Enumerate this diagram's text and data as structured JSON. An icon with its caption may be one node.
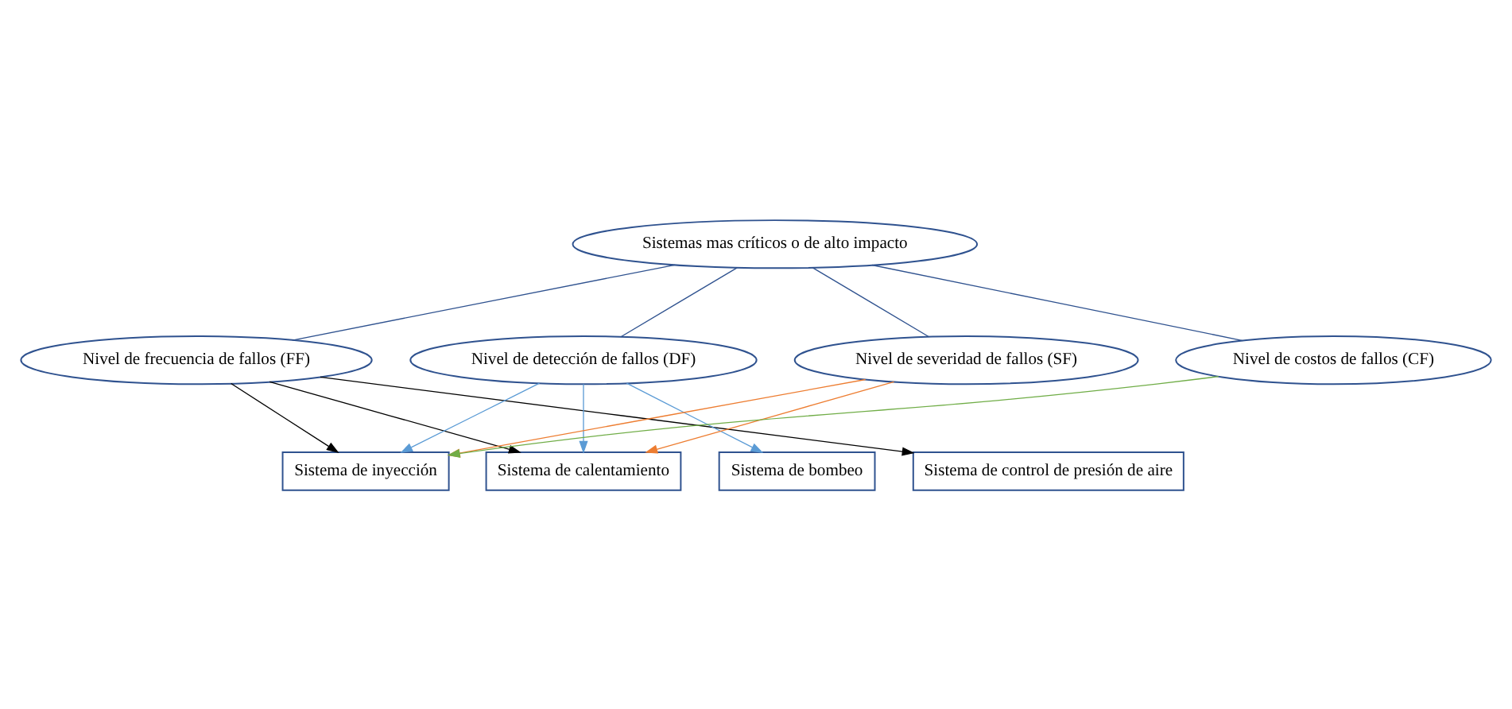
{
  "diagram": {
    "nodes": [
      {
        "text": [
          "Sistemas mas críticos o de alto impacto"
        ]
      },
      {
        "text": [
          "Nivel de frecuencia de fallos (FF)"
        ]
      },
      {
        "text": [
          "Nivel de detección de fallos (DF)"
        ]
      },
      {
        "text": [
          "Nivel de severidad de fallos (SF)"
        ]
      },
      {
        "text": [
          "Nivel de costos de fallos (CF)"
        ]
      },
      {
        "text": [
          "Sistema de inyección"
        ]
      },
      {
        "text": [
          "Sistema de calentamiento"
        ]
      },
      {
        "text": [
          "Sistema de bombeo"
        ]
      },
      {
        "text": [
          "Sistema de control de presión de aire"
        ]
      }
    ],
    "edges": [
      {
        "from": 0,
        "to": 1,
        "arrow": "none",
        "color": "#2f528f"
      },
      {
        "from": 0,
        "to": 2,
        "arrow": "none",
        "color": "#2f528f"
      },
      {
        "from": 0,
        "to": 3,
        "arrow": "none",
        "color": "#2f528f"
      },
      {
        "from": 0,
        "to": 4,
        "arrow": "none",
        "color": "#2f528f"
      },
      {
        "from": 1,
        "to": 5,
        "arrow": "to",
        "color": "#000000"
      },
      {
        "from": 1,
        "to": 6,
        "arrow": "to",
        "color": "#000000"
      },
      {
        "from": 1,
        "to": 8,
        "arrow": "to",
        "color": "#000000"
      },
      {
        "from": 2,
        "to": 5,
        "arrow": "to",
        "color": "#5b9bd5"
      },
      {
        "from": 2,
        "to": 6,
        "arrow": "to",
        "color": "#5b9bd5"
      },
      {
        "from": 2,
        "to": 7,
        "arrow": "to",
        "color": "#5b9bd5"
      },
      {
        "from": 3,
        "to": 5,
        "arrow": "to",
        "color": "#ed7d31"
      },
      {
        "from": 3,
        "to": 6,
        "arrow": "to",
        "color": "#ed7d31"
      },
      {
        "from": 4,
        "to": 5,
        "arrow": "to",
        "color": "#70ad47"
      }
    ]
  }
}
